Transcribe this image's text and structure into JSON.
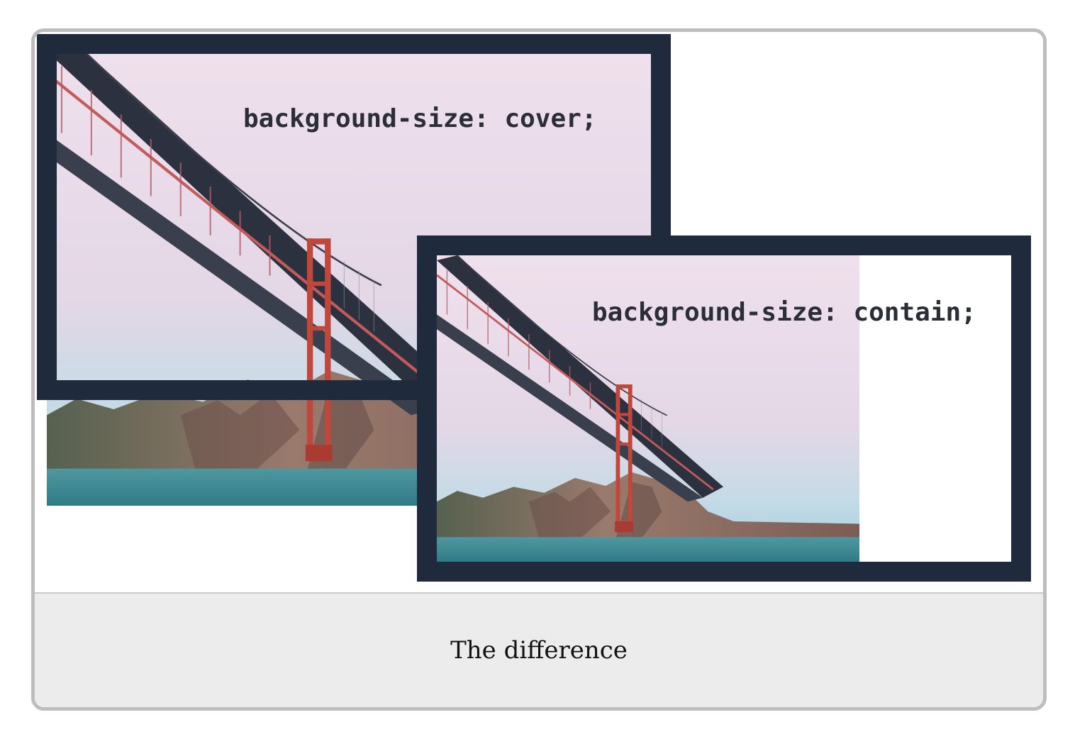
{
  "figure": {
    "cover_label": "background-size: cover;",
    "contain_label": "background-size: contain;",
    "caption": "The difference"
  },
  "colors": {
    "frame": "#1f2a3d",
    "sky_top": "#eddcea",
    "sky_bottom": "#a9d3e2",
    "water": "#3f8b93",
    "hills": "#8a6a5e",
    "bridge_deck": "#2c3140",
    "tower": "#c0473b"
  }
}
